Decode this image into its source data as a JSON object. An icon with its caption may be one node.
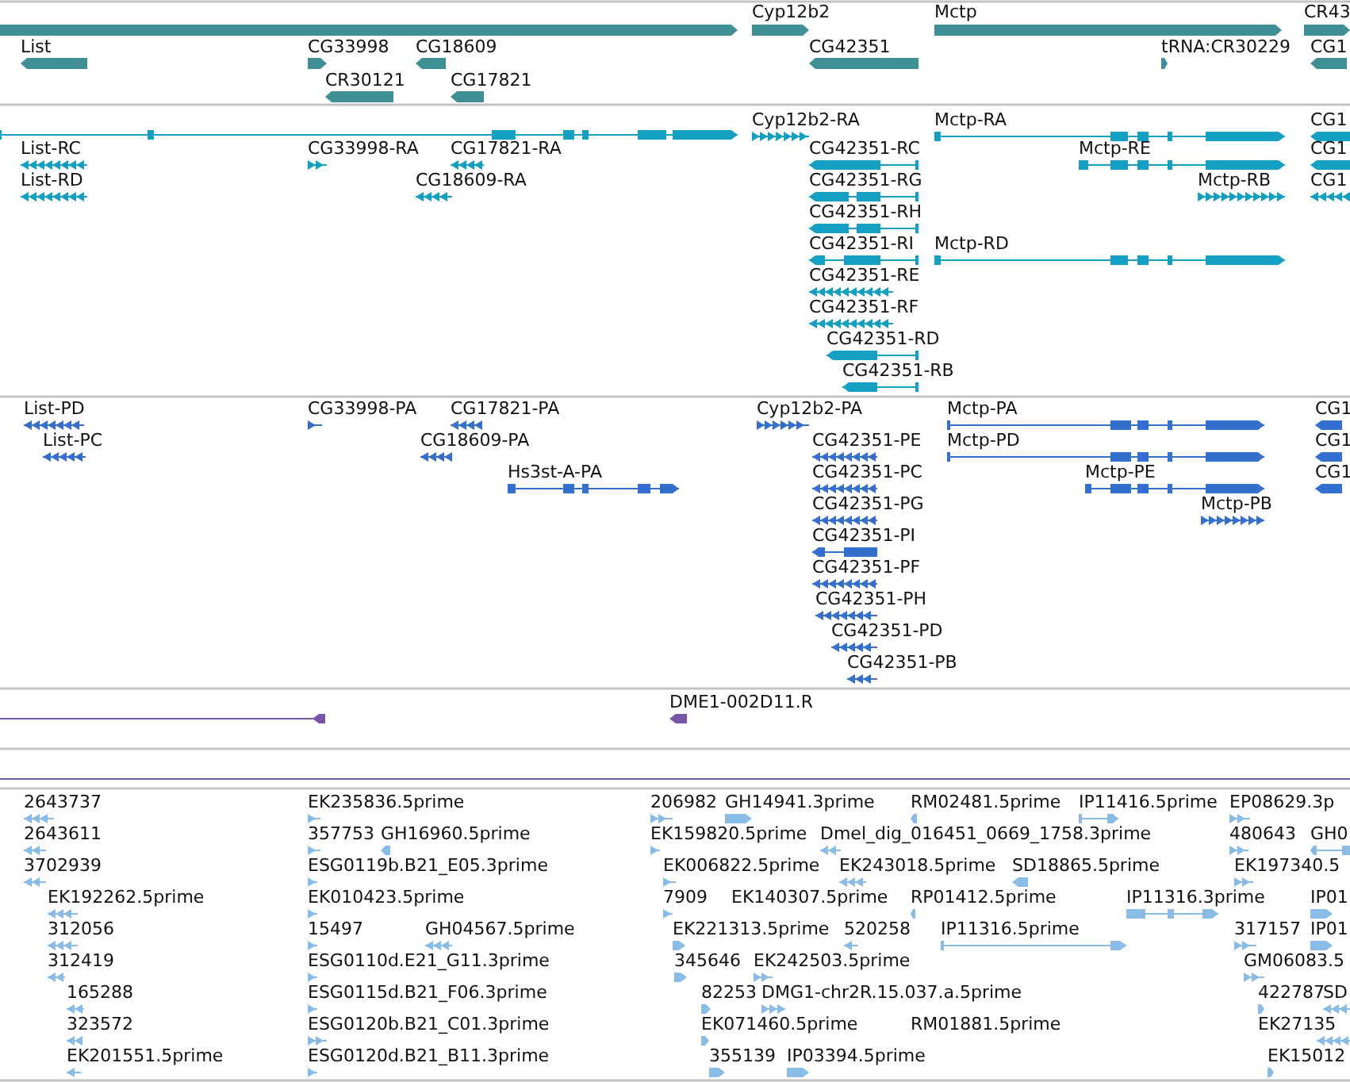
{
  "diagram": {
    "labels": [
      "Cyp12b2",
      "Mctp",
      "CR43",
      "List",
      "CG33998",
      "CG18609",
      "CG42351",
      "tRNA:CR30229",
      "CG1",
      "CR30121",
      "CG17821",
      "Cyp12b2-RA",
      "Mctp-RA",
      "CG1",
      "List-RC",
      "CG33998-RA",
      "CG17821-RA",
      "CG42351-RC",
      "Mctp-RE",
      "CG1",
      "List-RD",
      "CG18609-RA",
      "CG42351-RG",
      "Mctp-RB",
      "CG1",
      "CG42351-RH",
      "CG42351-RI",
      "Mctp-RD",
      "CG42351-RE",
      "CG42351-RF",
      "CG42351-RD",
      "CG42351-RB",
      "List-PD",
      "CG33998-PA",
      "CG17821-PA",
      "Cyp12b2-PA",
      "Mctp-PA",
      "CG1",
      "List-PC",
      "CG18609-PA",
      "CG42351-PE",
      "Mctp-PD",
      "CG1",
      "Hs3st-A-PA",
      "CG42351-PC",
      "Mctp-PE",
      "CG1",
      "CG42351-PG",
      "Mctp-PB",
      "CG42351-PI",
      "CG42351-PF",
      "CG42351-PH",
      "CG42351-PD",
      "CG42351-PB",
      "DME1-002D11.R",
      "2643737",
      "EK235836.5prime",
      "206982",
      "GH14941.3prime",
      "RM02481.5prime",
      "IP11416.5prime",
      "EP08629.3p",
      "2643611",
      "357753",
      "GH16960.5prime",
      "EK159820.5prime",
      "Dmel_dig_016451_0669_1758.3prime",
      "480643",
      "GH0",
      "3702939",
      "ESG0119b.B21_E05.3prime",
      "EK006822.5prime",
      "EK243018.5prime",
      "SD18865.5prime",
      "EK197340.5",
      "EK192262.5prime",
      "EK010423.5prime",
      "7909",
      "EK140307.5prime",
      "RP01412.5prime",
      "IP11316.3prime",
      "IP01",
      "312056",
      "15497",
      "GH04567.5prime",
      "EK221313.5prime",
      "520258",
      "IP11316.5prime",
      "317157",
      "IP01",
      "312419",
      "ESG0110d.E21_G11.3prime",
      "345646",
      "EK242503.5prime",
      "GM06083.5",
      "165288",
      "ESG0115d.B21_F06.3prime",
      "82253",
      "DMG1-chr2R.15.037.a.5prime",
      "422787",
      "SD",
      "323572",
      "ESG0120b.B21_C01.3prime",
      "EK071460.5prime",
      "RM01881.5prime",
      "EK27135",
      "EK201551.5prime",
      "ESG0120d.B21_B11.3prime",
      "355139",
      "IP03394.5prime",
      "EK15012"
    ]
  }
}
